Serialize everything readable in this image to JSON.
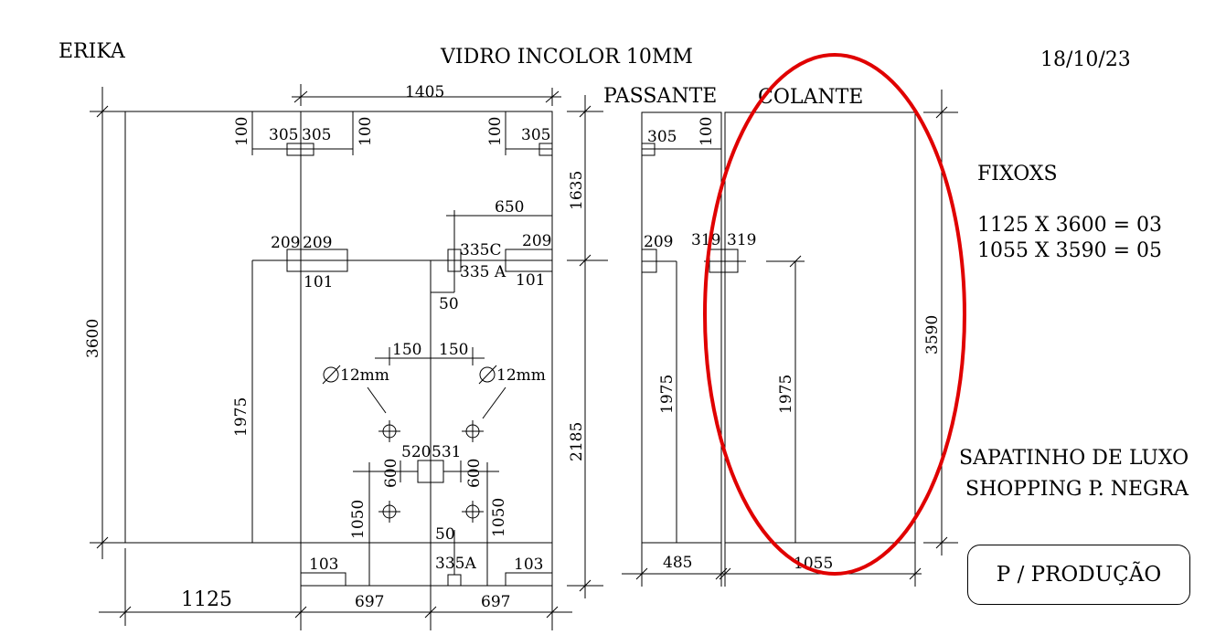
{
  "header": {
    "client": "ERIKA",
    "title": "VIDRO INCOLOR  10MM",
    "date": "18/10/23"
  },
  "labels": {
    "passante": "PASSANTE",
    "colante": "COLANTE",
    "fixos_title": "FIXOXS",
    "fixos_line1": "1125 X 3600 = 03",
    "fixos_line2": "1055 X 3590 = 05",
    "client_line1": "SAPATINHO DE LUXO",
    "client_line2": "SHOPPING P. NEGRA",
    "production": "P / PRODUÇÃO"
  },
  "dims_left": {
    "width_top": "1405",
    "height_total": "3600",
    "top_right_height": "1635",
    "bottom_right_height": "2185",
    "fixed_width": "1125",
    "bottom_left": "697",
    "bottom_right": "697",
    "left_panel_height": "1975",
    "tl_100_a": "100",
    "tl_305_a": "305",
    "tl_305_b": "305",
    "tl_100_b": "100",
    "tr_100": "100",
    "tr_305": "305",
    "d650": "650",
    "h209_a": "209",
    "h209_b": "209",
    "h209_c": "209",
    "h335c": "335C",
    "h335a": "335 A",
    "h101_a": "101",
    "h101_b": "101",
    "d50_a": "50",
    "d150_a": "150",
    "d150_b": "150",
    "hole_a": "12mm",
    "hole_b": "12mm",
    "h520": "520",
    "h531": "531",
    "d600_a": "600",
    "d600_b": "600",
    "d1050_a": "1050",
    "d1050_b": "1050",
    "d50_b": "50",
    "h335a_bottom": "335A",
    "h103_a": "103",
    "h103_b": "103"
  },
  "dims_right": {
    "p305": "305",
    "p100": "100",
    "p209": "209",
    "p319_a": "319",
    "p319_b": "319",
    "p1975_a": "1975",
    "p1975_b": "1975",
    "p3590": "3590",
    "p485": "485",
    "p1055": "1055"
  },
  "colors": {
    "line": "#000000",
    "highlight": "#e00000"
  }
}
